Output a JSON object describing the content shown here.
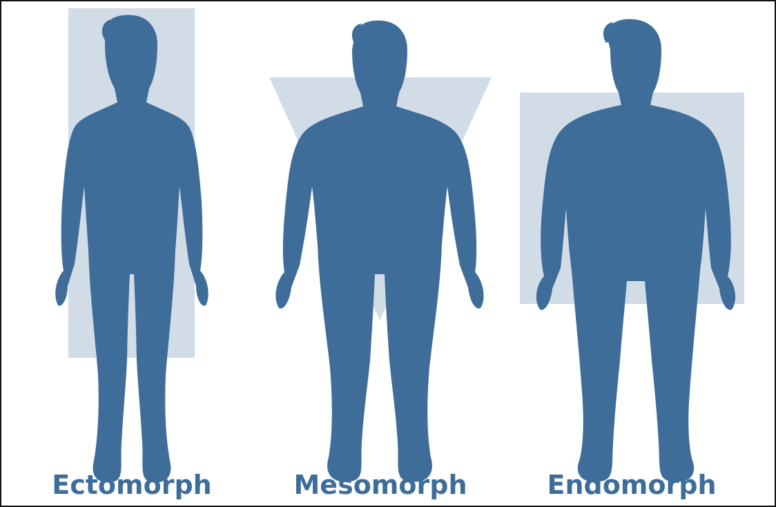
{
  "colors": {
    "silhouette": "#3e6d9a",
    "shape_fill": "#d2dce7",
    "label": "#3e6d9a",
    "background": "#ffffff",
    "border": "#111111"
  },
  "body_types": [
    {
      "label": "Ectomorph",
      "shape": "rectangle-tall"
    },
    {
      "label": "Mesomorph",
      "shape": "inverted-triangle"
    },
    {
      "label": "Endomorph",
      "shape": "square"
    }
  ]
}
